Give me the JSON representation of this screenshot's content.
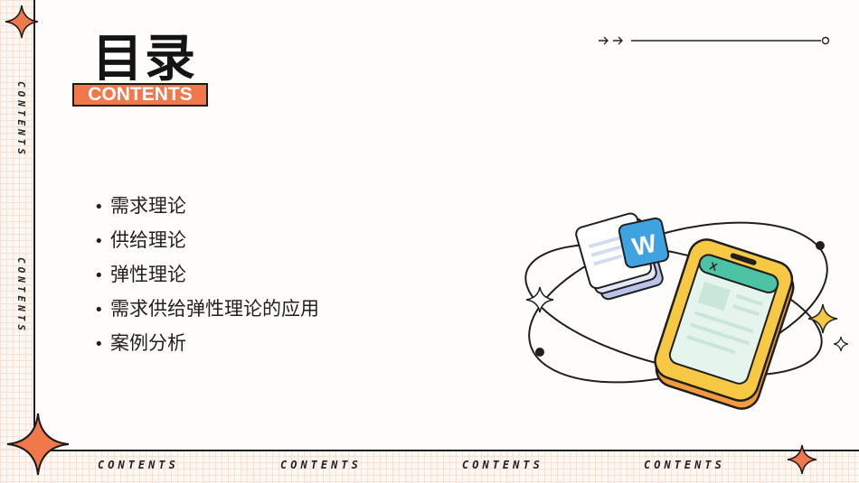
{
  "header": {
    "title": "目录",
    "subtitle_badge": "CONTENTS"
  },
  "side_labels": [
    "CONTENTS",
    "CONTENTS"
  ],
  "bottom_labels": [
    "CONTENTS",
    "CONTENTS",
    "CONTENTS",
    "CONTENTS"
  ],
  "toc": {
    "bullet": "•",
    "items": [
      "需求理论",
      "供给理论",
      "弹性理论",
      "需求供给弹性理论的应用",
      "案例分析"
    ]
  },
  "illustration": {
    "doc_badge_letter": "W",
    "phone_screen_letter": "X"
  },
  "colors": {
    "accent": "#f1784a",
    "blue": "#3fa3e0",
    "yellow": "#f7c843",
    "green": "#4ec2a5"
  },
  "icons": [
    "sparkle-icon",
    "arrow-right-icon",
    "word-document-icon",
    "phone-icon"
  ]
}
